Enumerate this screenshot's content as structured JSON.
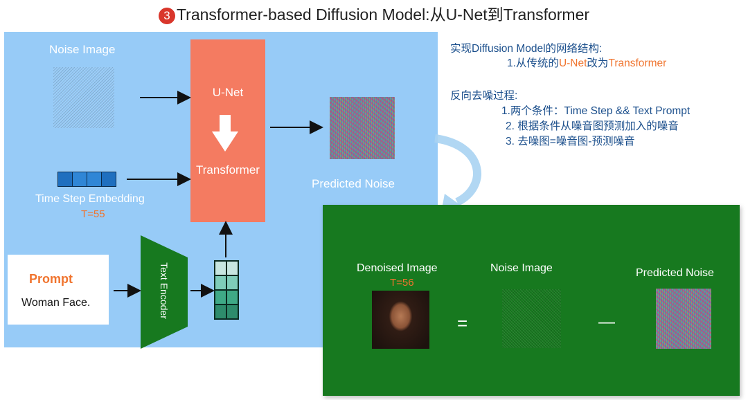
{
  "title": {
    "number": "3",
    "text": "Transformer-based Diffusion Model:从U-Net到Transformer"
  },
  "left_panel": {
    "noise_image_label": "Noise Image",
    "unet_label": "U-Net",
    "transformer_label": "Transformer",
    "predicted_noise_label": "Predicted Noise",
    "time_step_label": "Time Step Embedding",
    "time_step_value": "T=55",
    "prompt_title": "Prompt",
    "prompt_text": "Woman Face.",
    "text_encoder_label": "Text Encoder"
  },
  "right_panel": {
    "denoised_label": "Denoised Image",
    "denoised_value": "T=56",
    "noise_image_label": "Noise Image",
    "predicted_noise_label": "Predicted Noise",
    "equals": "=",
    "minus": "—"
  },
  "description": {
    "line1": "实现Diffusion Model的网络结构:",
    "line2_prefix": "1.从传统的",
    "line2_unet": "U-Net",
    "line2_mid": "改为",
    "line2_transformer": "Transformer",
    "line3": "反向去噪过程:",
    "line4": "1.两个条件：Time Step && Text Prompt",
    "line5": "2. 根据条件从噪音图预测加入的噪音",
    "line6": "3. 去噪图=噪音图-预测噪音"
  },
  "colors": {
    "blue_panel": "#97cbf7",
    "green_panel": "#17791f",
    "unet_box": "#f47b61",
    "encoder": "#17791f",
    "accent_orange": "#f0742e",
    "title_circle": "#d9362b"
  }
}
